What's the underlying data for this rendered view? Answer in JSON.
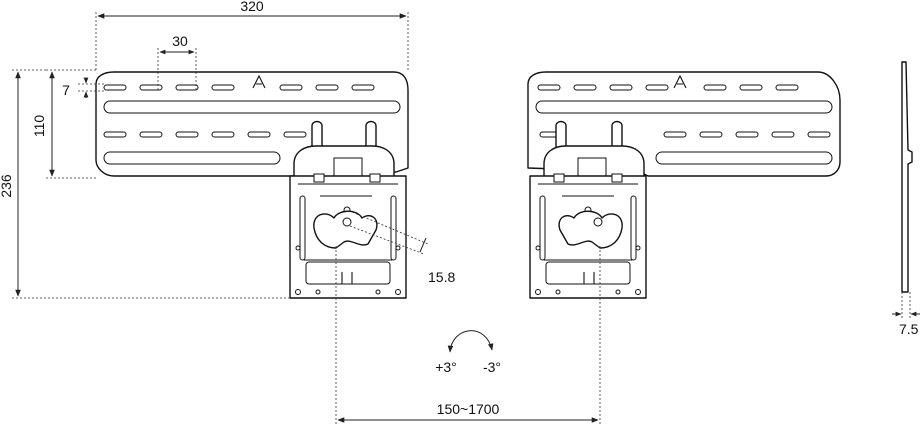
{
  "dimensions": {
    "width_top": "320",
    "slot_pitch": "30",
    "slot_height": "7",
    "plate_height": "110",
    "total_height": "236",
    "tilt_offset": "15.8",
    "thickness": "7.5",
    "adjustable_range": "150~1700"
  },
  "tilt": {
    "plus": "+3°",
    "minus": "-3°"
  },
  "colors": {
    "line": "#111111",
    "background": "#ffffff"
  }
}
